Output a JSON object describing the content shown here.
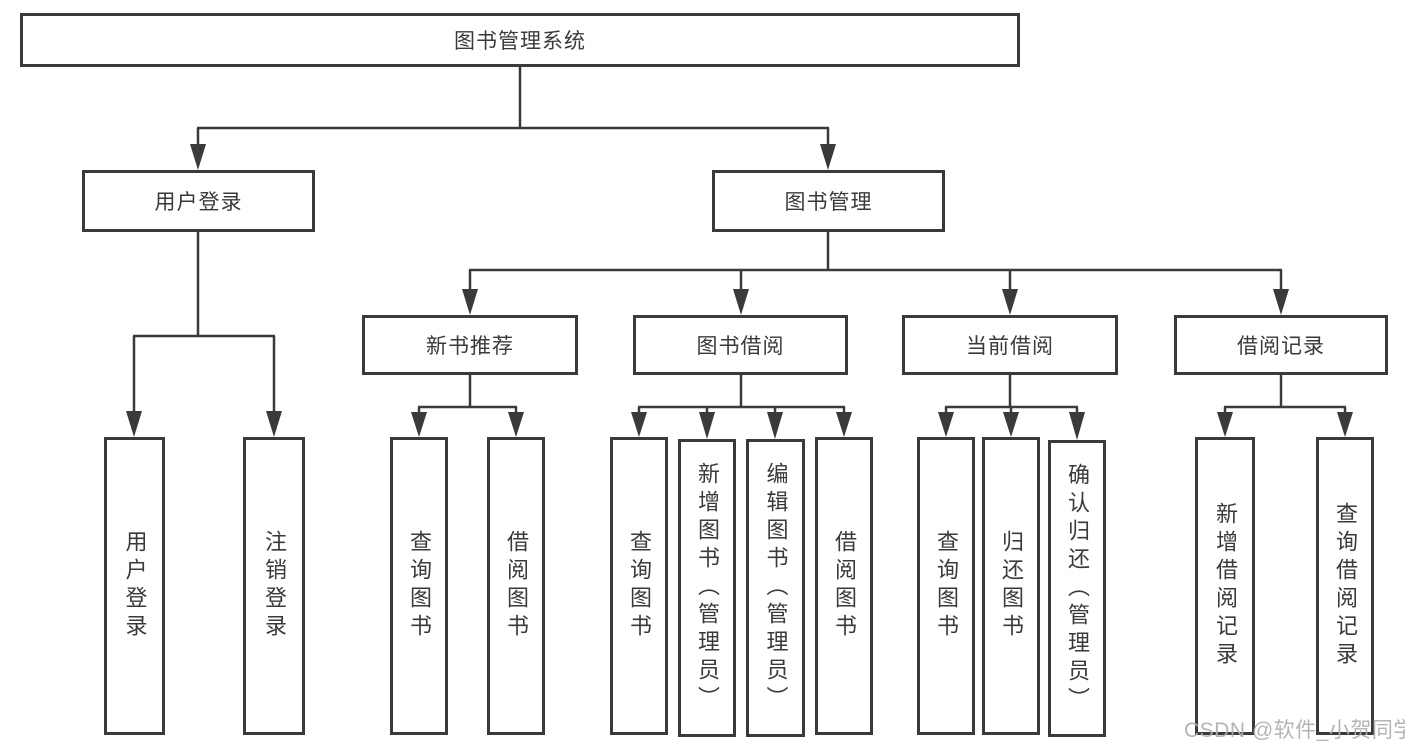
{
  "tree": {
    "root": "图书管理系统",
    "branches": [
      {
        "label": "用户登录",
        "children": [
          "用户登录",
          "注销登录"
        ]
      },
      {
        "label": "图书管理",
        "sections": [
          {
            "label": "新书推荐",
            "children": [
              "查询图书",
              "借阅图书"
            ]
          },
          {
            "label": "图书借阅",
            "children": [
              "查询图书",
              "新增图书（管理员）",
              "编辑图书（管理员）",
              "借阅图书"
            ]
          },
          {
            "label": "当前借阅",
            "children": [
              "查询图书",
              "归还图书",
              "确认归还（管理员）"
            ]
          },
          {
            "label": "借阅记录",
            "children": [
              "新增借阅记录",
              "查询借阅记录"
            ]
          }
        ]
      }
    ]
  },
  "watermark": "CSDN @软件_小贺同学",
  "colors": {
    "line": "#3a3a3a",
    "text": "#3a3a3a",
    "watermark": "#aeaeae",
    "background": "#ffffff"
  }
}
